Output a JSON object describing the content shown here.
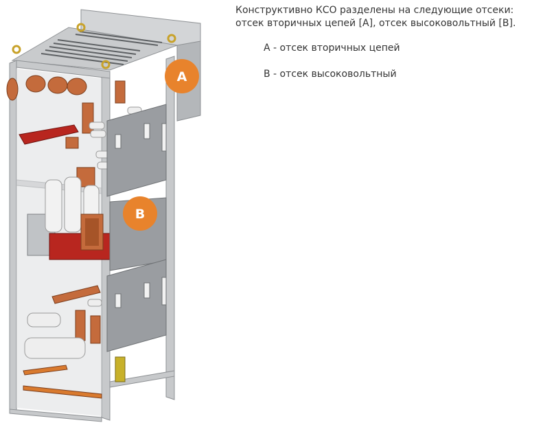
{
  "description": {
    "intro": "Конструктивно КСО разделены на следующие отсеки: отсек вторичных цепей [А], отсек высоковольтный [В].",
    "items": [
      "А - отсек вторичных цепей",
      "В - отсек высоковольтный"
    ]
  },
  "figure": {
    "badge_a": "A",
    "badge_b": "B",
    "colors": {
      "badge": "#e8832c",
      "frame": "#c7c9cb",
      "panel": "#9a9da1",
      "copper": "#c46b3c",
      "red_part": "#b8261f"
    }
  }
}
